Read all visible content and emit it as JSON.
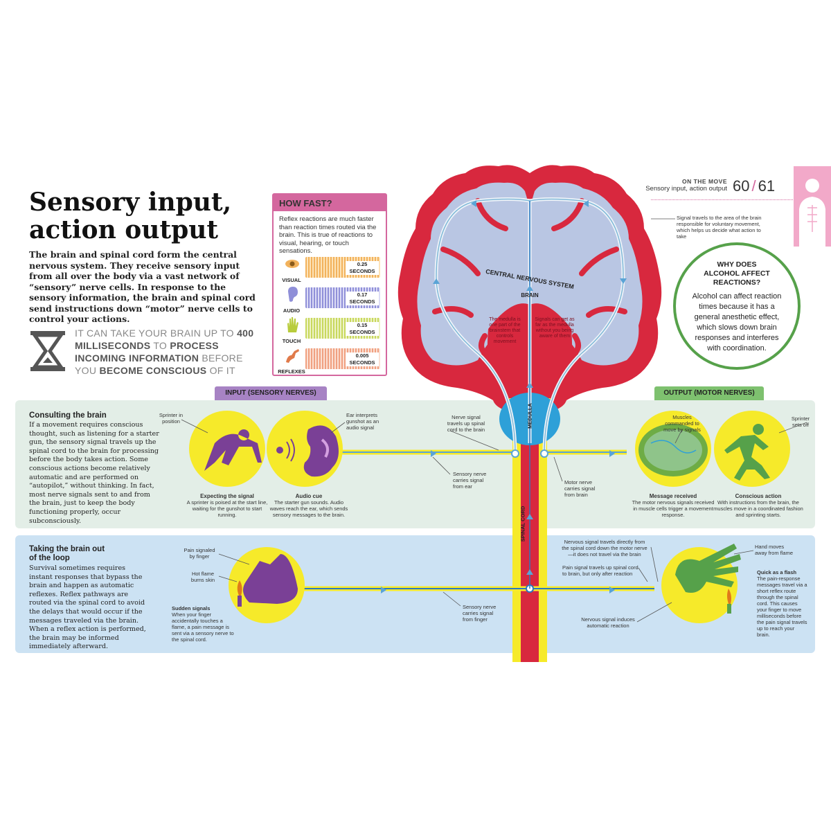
{
  "header": {
    "section": "ON THE MOVE",
    "subtitle": "Sensory input, action output",
    "page_left": "60",
    "slash": "/",
    "page_right": "61"
  },
  "title": "Sensory input, action output",
  "intro": "The brain and spinal cord form the central nervous system. They receive sensory input from all over the body via a vast network of “sensory” nerve cells. In response to the sensory information, the brain and spinal cord send instructions down “motor” nerve cells to control your actions.",
  "fact": {
    "p1": "IT CAN TAKE YOUR BRAIN UP TO ",
    "p2": "400 MILLISECONDS",
    "p3": " TO ",
    "p4": "PROCESS INCOMING INFORMATION",
    "p5": " BEFORE YOU ",
    "p6": "BECOME CONSCIOUS",
    "p7": " OF IT"
  },
  "how_fast": {
    "title": "HOW FAST?",
    "text": "Reflex reactions are much faster than reaction times routed via the brain. This is true of reactions to visual, hearing, or touch sensations.",
    "rows": [
      {
        "label": "VISUAL",
        "seconds": "0.25",
        "unit": "SECONDS",
        "color": "#f2b25c",
        "icon": "eye-icon"
      },
      {
        "label": "AUDIO",
        "seconds": "0.17",
        "unit": "SECONDS",
        "color": "#8f8fd8",
        "icon": "ear-icon"
      },
      {
        "label": "TOUCH",
        "seconds": "0.15",
        "unit": "SECONDS",
        "color": "#c8d85c",
        "icon": "hand-icon"
      },
      {
        "label": "REFLEXES",
        "seconds": "0.005",
        "unit": "SECONDS",
        "color": "#f0a080",
        "icon": "arm-icon"
      }
    ]
  },
  "alcohol": {
    "heading": "WHY DOES ALCOHOL AFFECT REACTIONS?",
    "text": "Alcohol can affect reaction times because it has a general anesthetic effect, which slows down brain responses and interferes with coordination."
  },
  "brain": {
    "cns": "CENTRAL NERVOUS SYSTEM",
    "brain": "BRAIN",
    "medulla": "MEDULLA",
    "spinal_cord": "SPINAL CORD",
    "medulla_note": "The medulla is one part of the brainstem that controls movement",
    "signals_note": "Signals can get as far as the medulla without you being aware of them",
    "signal_top": "Signal travels to the area of the brain responsible for voluntary movement, which helps us decide what action to take"
  },
  "io_labels": {
    "input": "INPUT (SENSORY NERVES)",
    "output": "OUTPUT (MOTOR NERVES)"
  },
  "consulting": {
    "title": "Consulting the brain",
    "text": "If a movement requires conscious thought, such as listening for a starter gun, the sensory signal travels up the spinal cord to the brain for processing before the body takes action. Some conscious actions become relatively automatic and are performed on “autopilot,” without thinking. In fact, most nerve signals sent to and from the brain, just to keep the body functioning properly, occur subconsciously.",
    "sprinter_pos": "Sprinter in position",
    "ear_interprets": "Ear interprets gunshot as an audio signal",
    "expecting_t": "Expecting the signal",
    "expecting_d": "A sprinter is poised at the start line, waiting for the gunshot to start running.",
    "audio_t": "Audio cue",
    "audio_d": "The starter gun sounds. Audio waves reach the ear, which sends sensory messages to the brain.",
    "nerve_up": "Nerve signal travels up spinal cord to the brain",
    "sensory_ear": "Sensory nerve carries signal from ear",
    "motor_brain": "Motor nerve carries signal from brain",
    "muscles_cmd": "Muscles commanded to move by signals",
    "sprinter_off": "Sprinter sets off",
    "msg_t": "Message received",
    "msg_d": "The motor nervous signals received in muscle cells trigger a movement response.",
    "conscious_t": "Conscious action",
    "conscious_d": "With instructions from the brain, the muscles move in a coordinated fashion and sprinting starts."
  },
  "taking": {
    "title": "Taking the brain out of the loop",
    "text": "Survival sometimes requires instant responses that bypass the brain and happen as automatic reflexes. Reflex pathways are routed via the spinal cord to avoid the delays that would occur if the messages traveled via the brain. When a reflex action is performed, the brain may be informed immediately afterward.",
    "pain_finger": "Pain signaled by finger",
    "hot_flame": "Hot flame burns skin",
    "sudden_t": "Sudden signals",
    "sudden_d": "When your finger accidentally touches a flame, a pain message is sent via a sensory nerve to the spinal cord.",
    "sensory_finger": "Sensory nerve carries signal from finger",
    "direct": "Nervous signal travels directly from the spinal cord down the motor nerve—it does not travel via the brain",
    "pain_up": "Pain signal travels up spinal cord to brain, but only after reaction",
    "induces": "Nervous signal induces automatic reaction",
    "hand_away": "Hand moves away from flame",
    "flash_t": "Quick as a flash",
    "flash_d": "The pain-response messages travel via a short reflex route through the spinal cord. This causes your finger to move milliseconds before the pain signal travels up to reach your brain."
  },
  "colors": {
    "pink": "#d4679e",
    "red": "#d8283e",
    "brain_fill": "#b9c6e3",
    "yellow": "#f6ea2a",
    "purple": "#7a4096",
    "green": "#56a14a",
    "cyan": "#2ea0d8"
  }
}
